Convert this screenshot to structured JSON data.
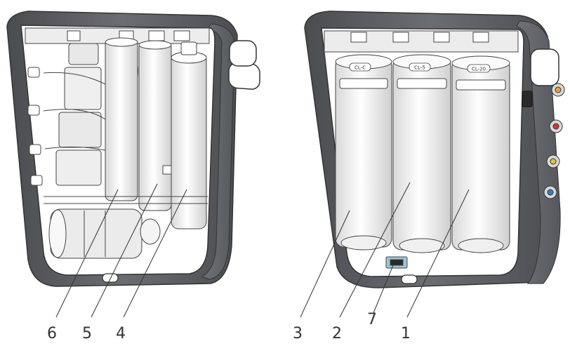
{
  "callouts": {
    "n6": "6",
    "n5": "5",
    "n4": "4",
    "n3": "3",
    "n2": "2",
    "n7": "7",
    "n1": "1"
  },
  "filter_labels": {
    "left": "CL-C",
    "middle": "CL-5",
    "right": "CL-20"
  },
  "port_colors": {
    "hot": "#e8a23a",
    "red": "#d9342b",
    "yellow": "#e6c329",
    "blue": "#2f7fc4"
  },
  "palette": {
    "housing": "#606266",
    "housing_edge": "#3f4144",
    "inner_bg": "#ffffff",
    "line": "#444444"
  }
}
